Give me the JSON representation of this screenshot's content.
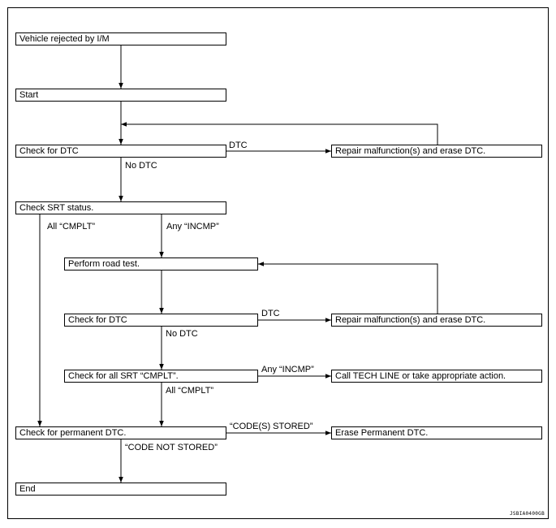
{
  "boxes": {
    "rejected": "Vehicle rejected by I/M",
    "start": "Start",
    "check_dtc_1": "Check for DTC",
    "repair_1": "Repair malfunction(s) and erase DTC.",
    "check_srt": "Check SRT status.",
    "road_test": "Perform road test.",
    "check_dtc_2": "Check for DTC",
    "repair_2": "Repair malfunction(s) and erase DTC.",
    "check_all_srt": "Check for all SRT “CMPLT”.",
    "tech_line": "Call TECH LINE or take appropriate action.",
    "check_permanent": "Check for permanent DTC.",
    "erase_permanent": "Erase Permanent DTC.",
    "end": "End"
  },
  "labels": {
    "dtc_1": "DTC",
    "no_dtc_1": "No DTC",
    "all_cmplt_1": "All “CMPLT”",
    "any_incmp_1": "Any “INCMP”",
    "dtc_2": "DTC",
    "no_dtc_2": "No DTC",
    "any_incmp_2": "Any “INCMP”",
    "all_cmplt_2": "All “CMPLT”",
    "codes_stored": "“CODE(S) STORED”",
    "code_not_stored": "“CODE NOT STORED”"
  },
  "figure_code": "JSBIA0400GB"
}
